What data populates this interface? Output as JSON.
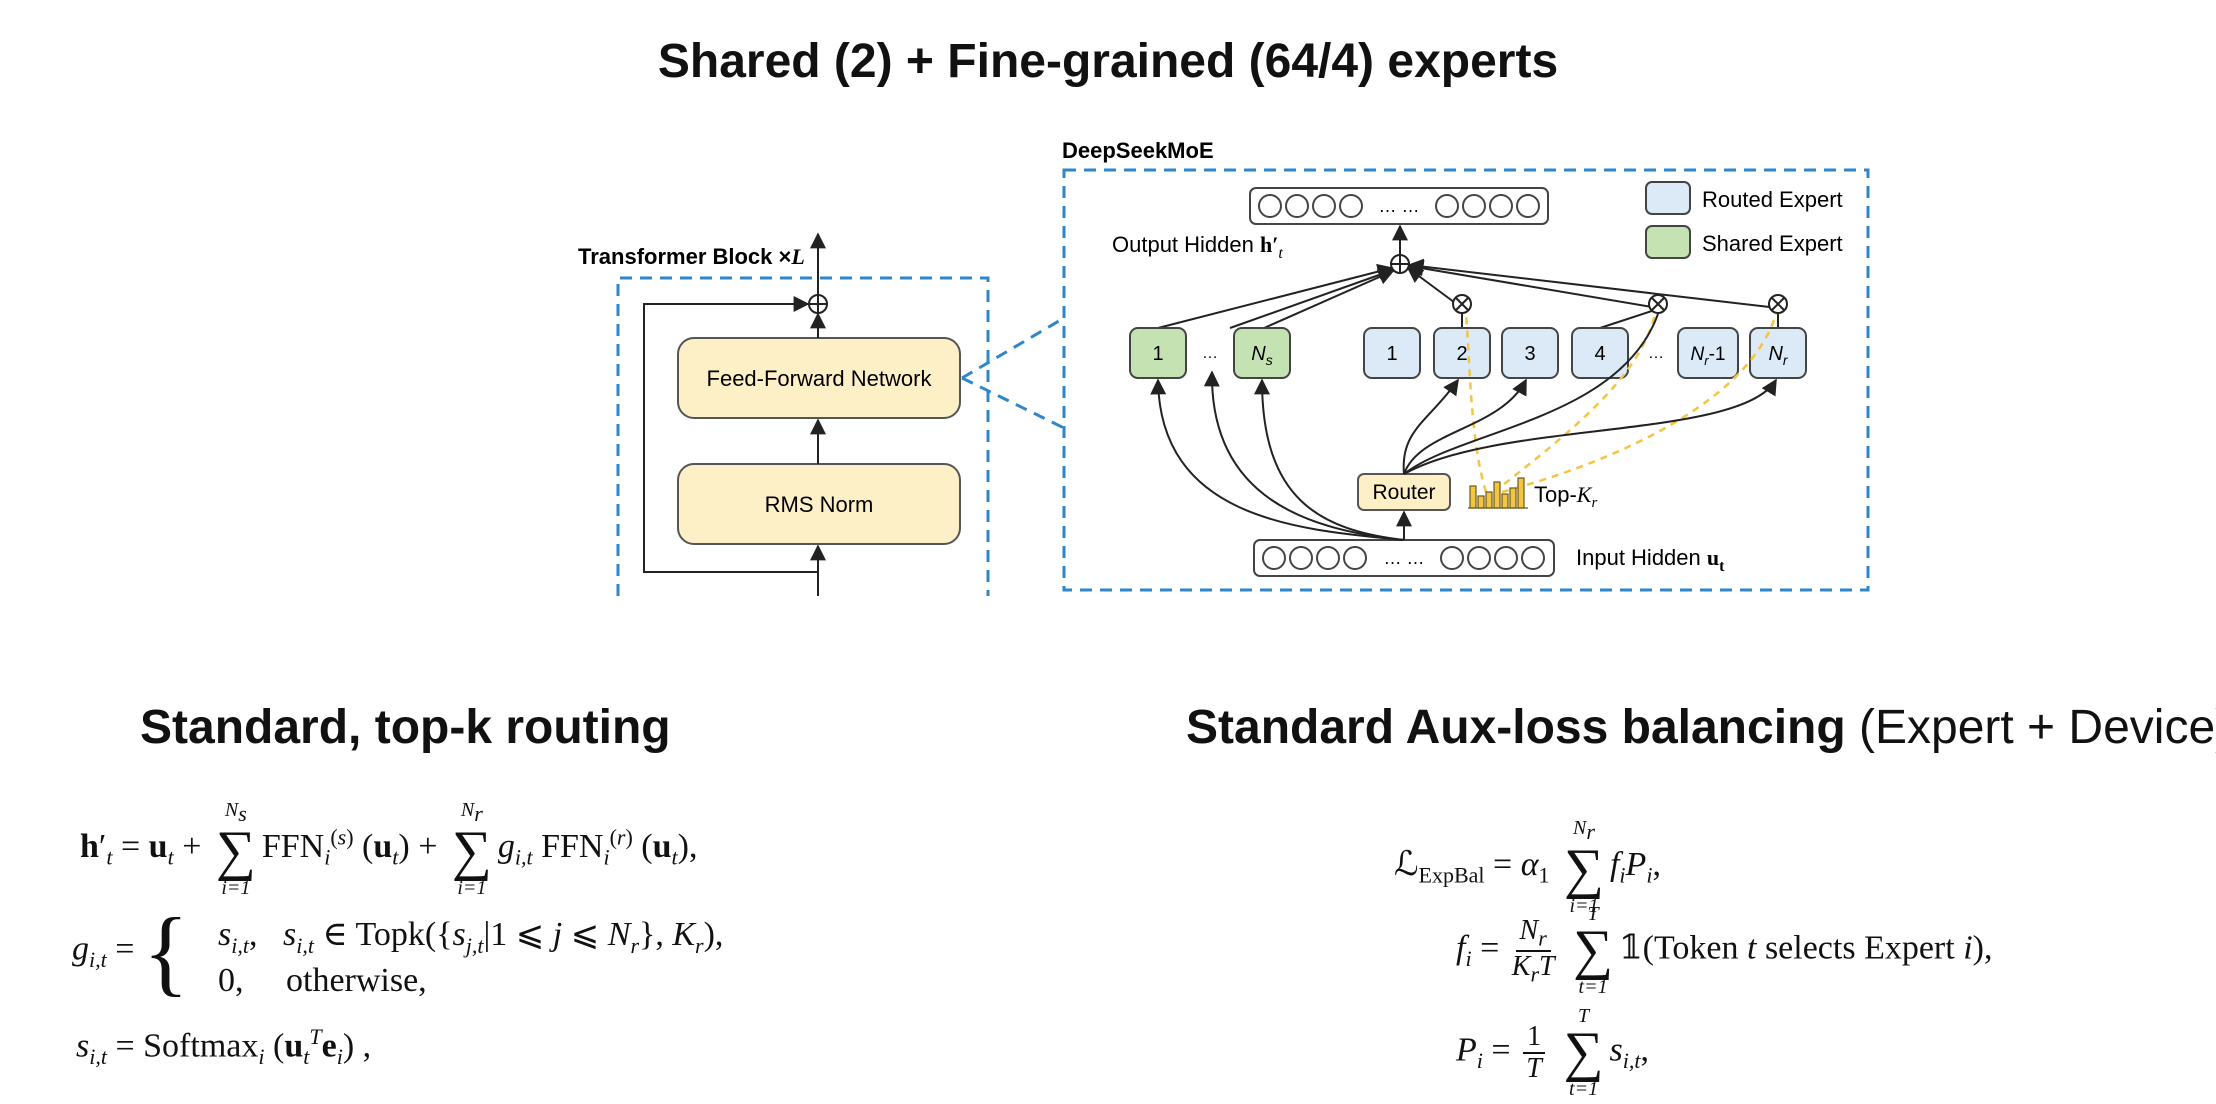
{
  "titles": {
    "main": "Shared (2) + Fine-grained (64/4) experts",
    "routing": "Standard, top-k routing",
    "aux_bold": "Standard Aux-loss balancing",
    "aux_light": " (Expert + Device)"
  },
  "diagram": {
    "transformer_block_label": "Transformer Block ×",
    "transformer_block_L": "L",
    "ffn_label": "Feed-Forward Network",
    "rms_label": "RMS Norm",
    "deepseek_label": "DeepSeekMoE",
    "output_hidden_label": "Output Hidden ",
    "output_hidden_sym": "h′",
    "output_hidden_sub": "t",
    "input_hidden_label": "Input Hidden ",
    "input_hidden_sym": "u",
    "input_hidden_sub": "t",
    "router_label": "Router",
    "topk_label": "Top-",
    "topk_sym": "K",
    "topk_sub": "r",
    "legend_routed": "Routed Expert",
    "legend_shared": "Shared Expert",
    "shared_experts": [
      "1",
      "…",
      "N_s"
    ],
    "routed_experts": [
      "1",
      "2",
      "3",
      "4",
      "…",
      "N_r-1",
      "N_r"
    ],
    "ellipsis": "… …",
    "colors": {
      "dashed_blue": "#2f86c8",
      "ffn_fill": "#fdf0c6",
      "routed_fill": "#dce9f7",
      "shared_fill": "#c5e2b3",
      "yellow_dash": "#f2c542"
    }
  },
  "equations": {
    "routing": {
      "line1": "h′_t = u_t + Σ_{i=1}^{N_s} FFN_i^{(s)}(u_t) + Σ_{i=1}^{N_r} g_{i,t} FFN_i^{(r)}(u_t),",
      "line2a": "s_{i,t},   s_{i,t} ∈ Topk({s_{j,t}|1 ⩽ j ⩽ N_r}, K_r),",
      "line2b": "0,     otherwise,",
      "line3": "s_{i,t} = Softmax_i (u_t^T e_i) ,"
    },
    "aux": {
      "line1": "ℒ_ExpBal = α_1 Σ_{i=1}^{N_r} f_i P_i,",
      "line2": "f_i = N_r/(K_r T) Σ_{t=1}^{T} 𝟙(Token t selects Expert i),",
      "line3": "P_i = 1/T Σ_{t=1}^{T} s_{i,t},"
    }
  }
}
